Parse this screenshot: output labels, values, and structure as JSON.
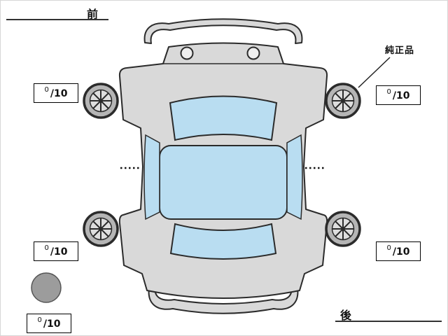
{
  "diagram": {
    "front_label": "前",
    "rear_label": "後",
    "genuine_label": "純正品"
  },
  "tires": {
    "front_left": {
      "score": "0",
      "denom": "/10"
    },
    "front_right": {
      "score": "0",
      "denom": "/10"
    },
    "rear_left": {
      "score": "0",
      "denom": "/10"
    },
    "rear_right": {
      "score": "0",
      "denom": "/10"
    },
    "spare": {
      "score": "0",
      "denom": "/10"
    }
  },
  "colors": {
    "body": "#d9d9d9",
    "window": "#b9ddf1",
    "outline": "#2b2b2b",
    "wheel_tire": "#b5b5b5",
    "wheel_rim": "#dedede",
    "spare_tire": "#9c9c9c"
  }
}
